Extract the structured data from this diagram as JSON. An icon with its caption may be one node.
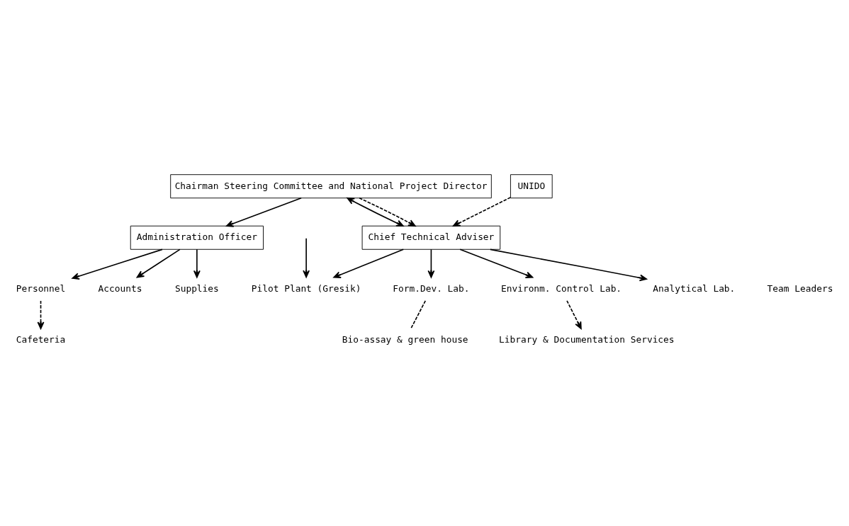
{
  "diagram": {
    "nodes": [
      {
        "text": [
          "Chairman Steering Committee and National Project Director"
        ]
      },
      {
        "text": [
          "UNIDO"
        ]
      },
      {
        "text": [
          "Chief Technical Adviser"
        ]
      },
      {
        "text": [
          "Administration Officer"
        ]
      },
      {
        "text": [
          "Form.Dev. Lab."
        ]
      },
      {
        "text": [
          "Environm. Control Lab."
        ]
      },
      {
        "text": [
          "Analytical Lab."
        ]
      },
      {
        "text": [
          "Pilot Plant (Gresik)"
        ]
      },
      {
        "text": [
          "Personnel"
        ]
      },
      {
        "text": [
          "Accounts"
        ]
      },
      {
        "text": [
          "Supplies"
        ]
      },
      {
        "text": [
          "Bio-assay & green house"
        ]
      },
      {
        "text": [
          "Library & Documentation Services"
        ]
      },
      {
        "text": [
          "Cafeteria"
        ]
      }
    ],
    "edges": [
      {
        "from": 0,
        "to": 2,
        "arrow": "both"
      },
      {
        "from": 0,
        "to": 2,
        "arrow": "to",
        "style": "dashed"
      },
      {
        "from": 1,
        "to": 2,
        "arrow": "to",
        "style": "dashed"
      },
      {
        "from": 0,
        "to": 3,
        "arrow": "to"
      },
      {
        "from": 2,
        "to": 4,
        "arrow": "to"
      },
      {
        "from": 2,
        "to": 5,
        "arrow": "to"
      },
      {
        "from": 2,
        "to": 6,
        "arrow": "to"
      },
      {
        "from": 2,
        "to": 7,
        "arrow": "to"
      },
      {
        "from": null,
        "to": 7,
        "arrow": "to"
      },
      {
        "from": 3,
        "to": 8,
        "arrow": "to"
      },
      {
        "from": 3,
        "to": 9,
        "arrow": "to"
      },
      {
        "from": 3,
        "to": 10,
        "arrow": "to"
      },
      {
        "from": 8,
        "to": 13,
        "arrow": "to",
        "style": "dashed"
      },
      {
        "from": 4,
        "to": 11,
        "arrow": "none",
        "style": "dashed"
      },
      {
        "from": 5,
        "to": 12,
        "arrow": "to",
        "style": "dashed"
      }
    ],
    "labels": [
      "Team Leaders"
    ]
  }
}
